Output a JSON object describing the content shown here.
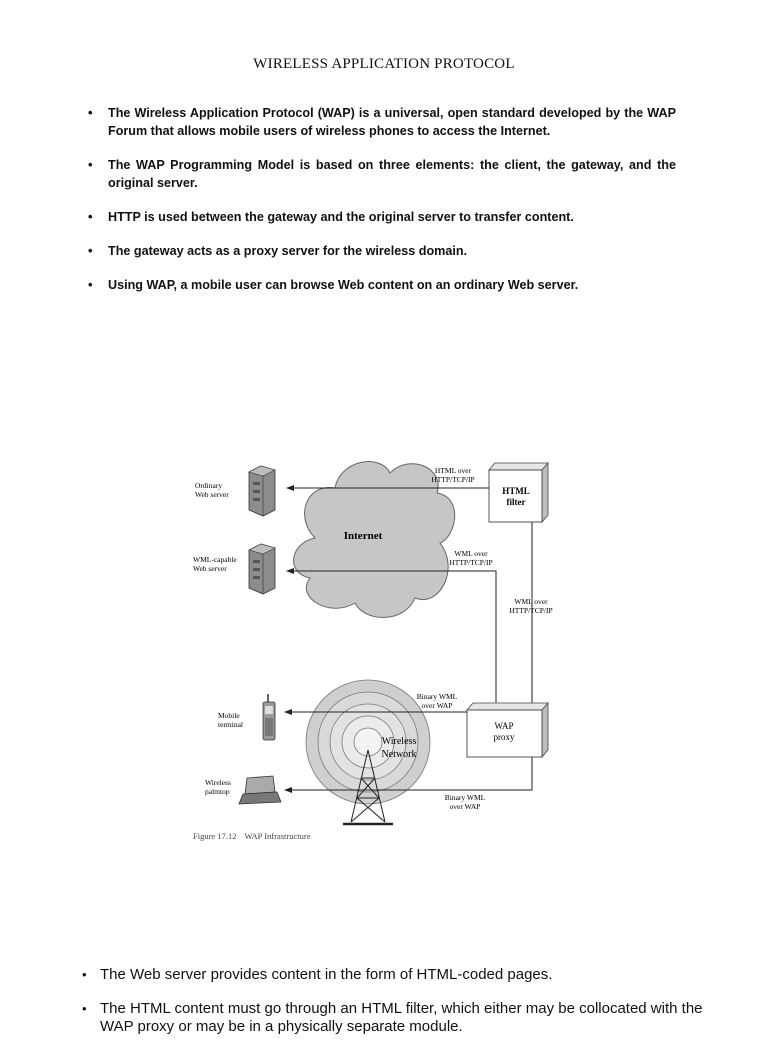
{
  "document": {
    "title": "WIRELESS APPLICATION PROTOCOL",
    "bullets_top": [
      "The Wireless Application Protocol (WAP) is a universal, open standard developed by the WAP Forum that allows mobile users of wireless phones to access the Internet.",
      "The WAP Programming Model is based on three elements: the client, the gateway, and the original server.",
      "HTTP is used between the gateway and the original server to transfer content.",
      "The gateway acts as a proxy server for the wireless domain.",
      "Using WAP, a mobile user can browse Web content on an ordinary Web server."
    ],
    "bullets_bottom": [
      "The Web server provides content in the form of HTML-coded pages.",
      "The HTML content must go through an HTML filter, which either may be collocated with the WAP proxy or may be in a physically separate module."
    ]
  },
  "figure": {
    "ordinary_server": [
      "Ordinary",
      "Web server"
    ],
    "wml_server": [
      "WML-capable",
      "Web server"
    ],
    "internet": "Internet",
    "html_filter": [
      "HTML",
      "filter"
    ],
    "html_over": [
      "HTML over",
      "HTTP/TCP/IP"
    ],
    "wml_over_1": [
      "WML over",
      "HTTP/TCP/IP"
    ],
    "wml_over_2": [
      "WML over",
      "HTTP/TCP/IP"
    ],
    "binary_wml_1": [
      "Binary WML",
      "over WAP"
    ],
    "binary_wml_2": [
      "Binary WML",
      "over WAP"
    ],
    "wap_proxy": [
      "WAP",
      "proxy"
    ],
    "wireless_network": [
      "Wireless",
      "Network"
    ],
    "mobile_terminal": [
      "Mobile",
      "terminal"
    ],
    "wireless_palmtop": [
      "Wireless",
      "palmtop"
    ],
    "caption_number": "Figure 17.12",
    "caption_text": "WAP Infrastructure"
  }
}
